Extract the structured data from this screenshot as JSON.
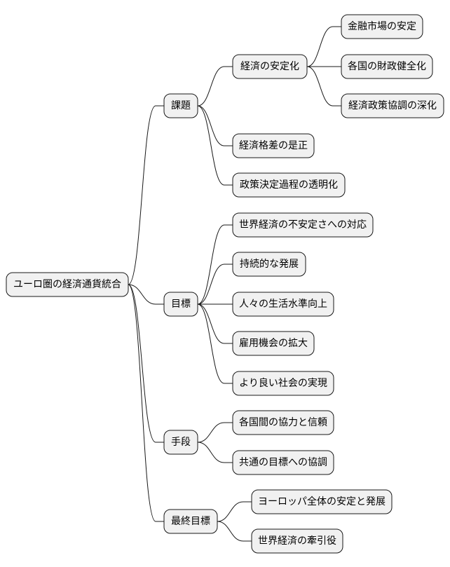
{
  "mindmap": {
    "root": {
      "label": "ユーロ圏の経済通貨統合",
      "children": [
        {
          "label": "課題",
          "children": [
            {
              "label": "経済の安定化",
              "children": [
                {
                  "label": "金融市場の安定"
                },
                {
                  "label": "各国の財政健全化"
                },
                {
                  "label": "経済政策協調の深化"
                }
              ]
            },
            {
              "label": "経済格差の是正"
            },
            {
              "label": "政策決定過程の透明化"
            }
          ]
        },
        {
          "label": "目標",
          "children": [
            {
              "label": "世界経済の不安定さへの対応"
            },
            {
              "label": "持続的な発展"
            },
            {
              "label": "人々の生活水準向上"
            },
            {
              "label": "雇用機会の拡大"
            },
            {
              "label": "より良い社会の実現"
            }
          ]
        },
        {
          "label": "手段",
          "children": [
            {
              "label": "各国間の協力と信頼"
            },
            {
              "label": "共通の目標への協調"
            }
          ]
        },
        {
          "label": "最終目標",
          "children": [
            {
              "label": "ヨーロッパ全体の安定と発展"
            },
            {
              "label": "世界経済の牽引役"
            }
          ]
        }
      ]
    }
  }
}
